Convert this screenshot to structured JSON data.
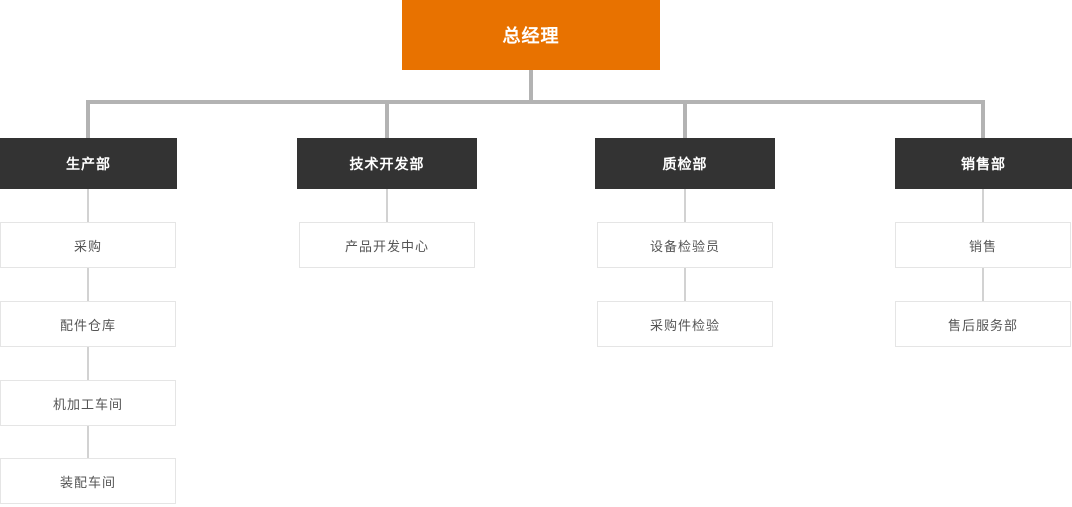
{
  "org_chart": {
    "root": {
      "label": "总经理"
    },
    "departments": [
      {
        "label": "生产部",
        "children": [
          {
            "label": "采购"
          },
          {
            "label": "配件仓库"
          },
          {
            "label": "机加工车间"
          },
          {
            "label": "装配车间"
          }
        ]
      },
      {
        "label": "技术开发部",
        "children": [
          {
            "label": "产品开发中心"
          }
        ]
      },
      {
        "label": "质检部",
        "children": [
          {
            "label": "设备检验员"
          },
          {
            "label": "采购件检验"
          }
        ]
      },
      {
        "label": "销售部",
        "children": [
          {
            "label": "销售"
          },
          {
            "label": "售后服务部"
          }
        ]
      }
    ],
    "colors": {
      "root_bg": "#e87200",
      "dept_bg": "#333333",
      "connector_main": "#b3b3b3",
      "connector_light": "#d2d2d2",
      "child_border": "#e5e5e5",
      "child_text": "#555555"
    }
  }
}
